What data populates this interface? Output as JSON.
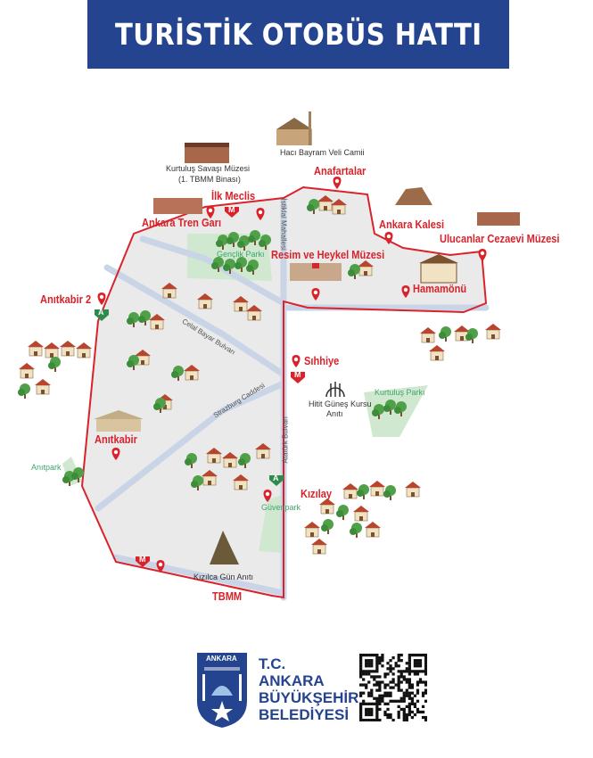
{
  "title": "TURİSTİK OTOBÜS HATTI",
  "stops": {
    "anafartalar": "Anafartalar",
    "ilk_meclis": "İlk Meclis",
    "ankara_tren_gari": "Ankara Tren Garı",
    "ankara_kalesi": "Ankara Kalesi",
    "ulucanlar": "Ulucanlar Cezaevi Müzesi",
    "resim_heykel": "Resim ve Heykel Müzesi",
    "hamamonu": "Hamamönü",
    "anitkabir_2": "Anıtkabir 2",
    "sihhiye": "Sıhhiye",
    "anitkabir": "Anıtkabir",
    "kizilay": "Kızılay",
    "tbmm": "TBMM"
  },
  "landmarks": {
    "haci_bayram": "Hacı Bayram Veli Camii",
    "kurtulus_muzesi": "Kurtuluş Savaşı Müzesi",
    "kurtulus_muzesi_sub": "(1. TBMM Binası)",
    "hitit_1": "Hitit Güneş Kursu",
    "hitit_2": "Anıtı",
    "kizilca_gun": "Kızılca Gün Anıtı"
  },
  "parks": {
    "genclik": "Gençlik Parkı",
    "kurtulus": "Kurtuluş Parkı",
    "anitpark": "Anıtpark",
    "guvenpark": "Güvenpark"
  },
  "streets": {
    "istiklal": "İstiklal Mahallesi",
    "celal_bayar": "Celal Bayar Bulvarı",
    "strazburg": "Strazburg Caddesi",
    "ataturk": "Atatürk Bulvarı"
  },
  "badges": {
    "metro": "M",
    "ankaray": "A"
  },
  "footer": {
    "logo_text": "ANKARA",
    "line1": "T.C.",
    "line2": "ANKARA",
    "line3": "BÜYÜKŞEHİR",
    "line4": "BELEDİYESİ"
  },
  "colors": {
    "brand_blue": "#24448f",
    "route_red": "#d9222a",
    "park_green": "#3fa56b",
    "map_fill": "#eaeaea",
    "road_blue": "#c9d5e6"
  }
}
